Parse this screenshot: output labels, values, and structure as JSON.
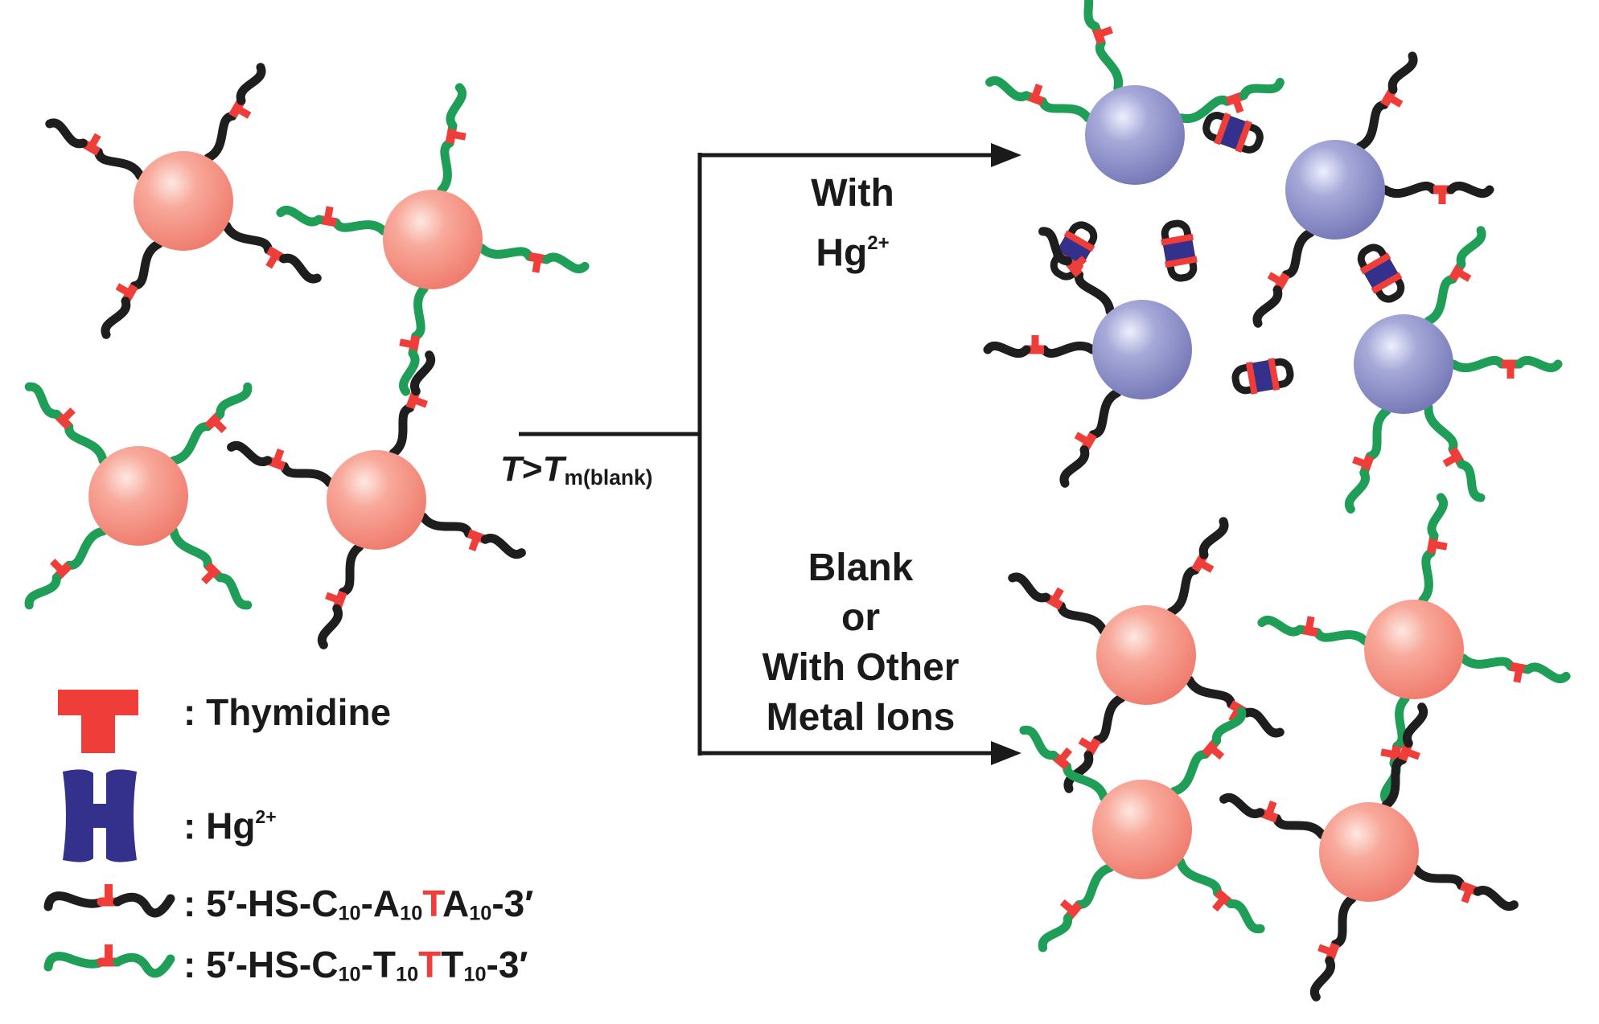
{
  "arrow_labels": {
    "temperature": {
      "T": "T",
      "gt": ">",
      "Tm": "T",
      "sub": "m(blank)"
    },
    "with_hg": {
      "line1": "With",
      "hg": "Hg",
      "charge": "2+"
    },
    "blank": {
      "line1": "Blank",
      "line2": "or",
      "line3": "With Other",
      "line4": "Metal Ions"
    }
  },
  "legend": {
    "thymidine": ": Thymidine",
    "hg": {
      "prefix": ": Hg",
      "charge": "2+"
    },
    "strand_a": {
      "prefix": ": 5′-HS-C",
      "s1": "10",
      "mid1": "-A",
      "s2": "10",
      "t": "T",
      "mid2": "A",
      "s3": "10",
      "end": "-3′"
    },
    "strand_t": {
      "prefix": ": 5′-HS-C",
      "s1": "10",
      "mid1": "-T",
      "s2": "10",
      "t": "T",
      "mid2": "T",
      "s3": "10",
      "end": "-3′"
    }
  },
  "colors": {
    "thymidine": "#ef3d3a",
    "hg_ion": "#34318c",
    "strand_a": "#1e1e1e",
    "strand_t": "#1f9e58",
    "gold_np": "#f48c80",
    "aggregated_np": "#8a8cc4",
    "arrow": "#1a1a1a"
  },
  "icons": [
    "thymidine-icon",
    "hg-icon",
    "strand-a-icon",
    "strand-t-icon",
    "arrow-icon"
  ]
}
